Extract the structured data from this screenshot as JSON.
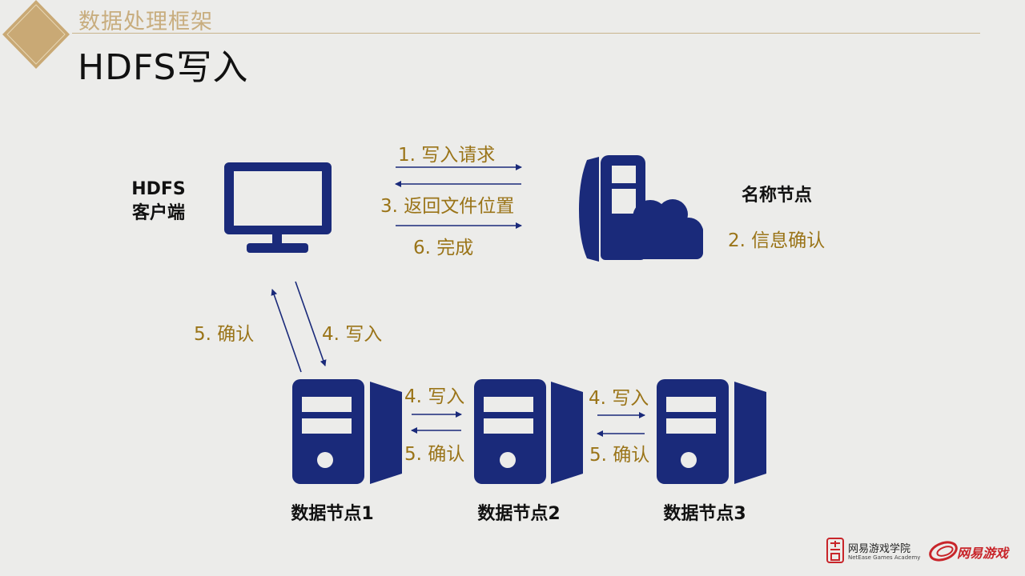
{
  "header": {
    "subtitle": "数据处理框架",
    "title": "HDFS写入"
  },
  "nodes": {
    "client_line1": "HDFS",
    "client_line2": "客户端",
    "namenode": "名称节点",
    "datanode1": "数据节点1",
    "datanode2": "数据节点2",
    "datanode3": "数据节点3"
  },
  "steps": {
    "write_request": "1. 写入请求",
    "info_confirm": "2. 信息确认",
    "return_location": "3. 返回文件位置",
    "complete": "6. 完成",
    "client_write": "4. 写入",
    "client_confirm": "5. 确认",
    "dn12_write": "4. 写入",
    "dn12_confirm": "5. 确认",
    "dn23_write": "4. 写入",
    "dn23_confirm": "5. 确认"
  },
  "logos": {
    "academy_name": "网易游戏学院",
    "academy_en": "NetEase Games Academy",
    "games_name": "网易游戏"
  },
  "colors": {
    "icon": "#1a2a7a",
    "step_text": "#9a7418",
    "header_gold": "#c8ad7e",
    "logo_red": "#c8252a"
  }
}
